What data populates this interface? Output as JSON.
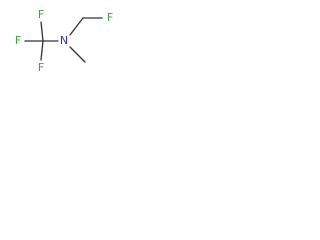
{
  "molecule": {
    "atoms": [
      {
        "id": "F1",
        "label": "F",
        "color": "#33aa33"
      },
      {
        "id": "F2",
        "label": "F",
        "color": "#33aa33"
      },
      {
        "id": "F3",
        "label": "F",
        "color": "#33aa33"
      },
      {
        "id": "F4",
        "label": "F",
        "color": "#33aa33"
      },
      {
        "id": "N",
        "label": "N",
        "color": "#2c2cd4"
      }
    ],
    "bond_color": "#333333"
  }
}
